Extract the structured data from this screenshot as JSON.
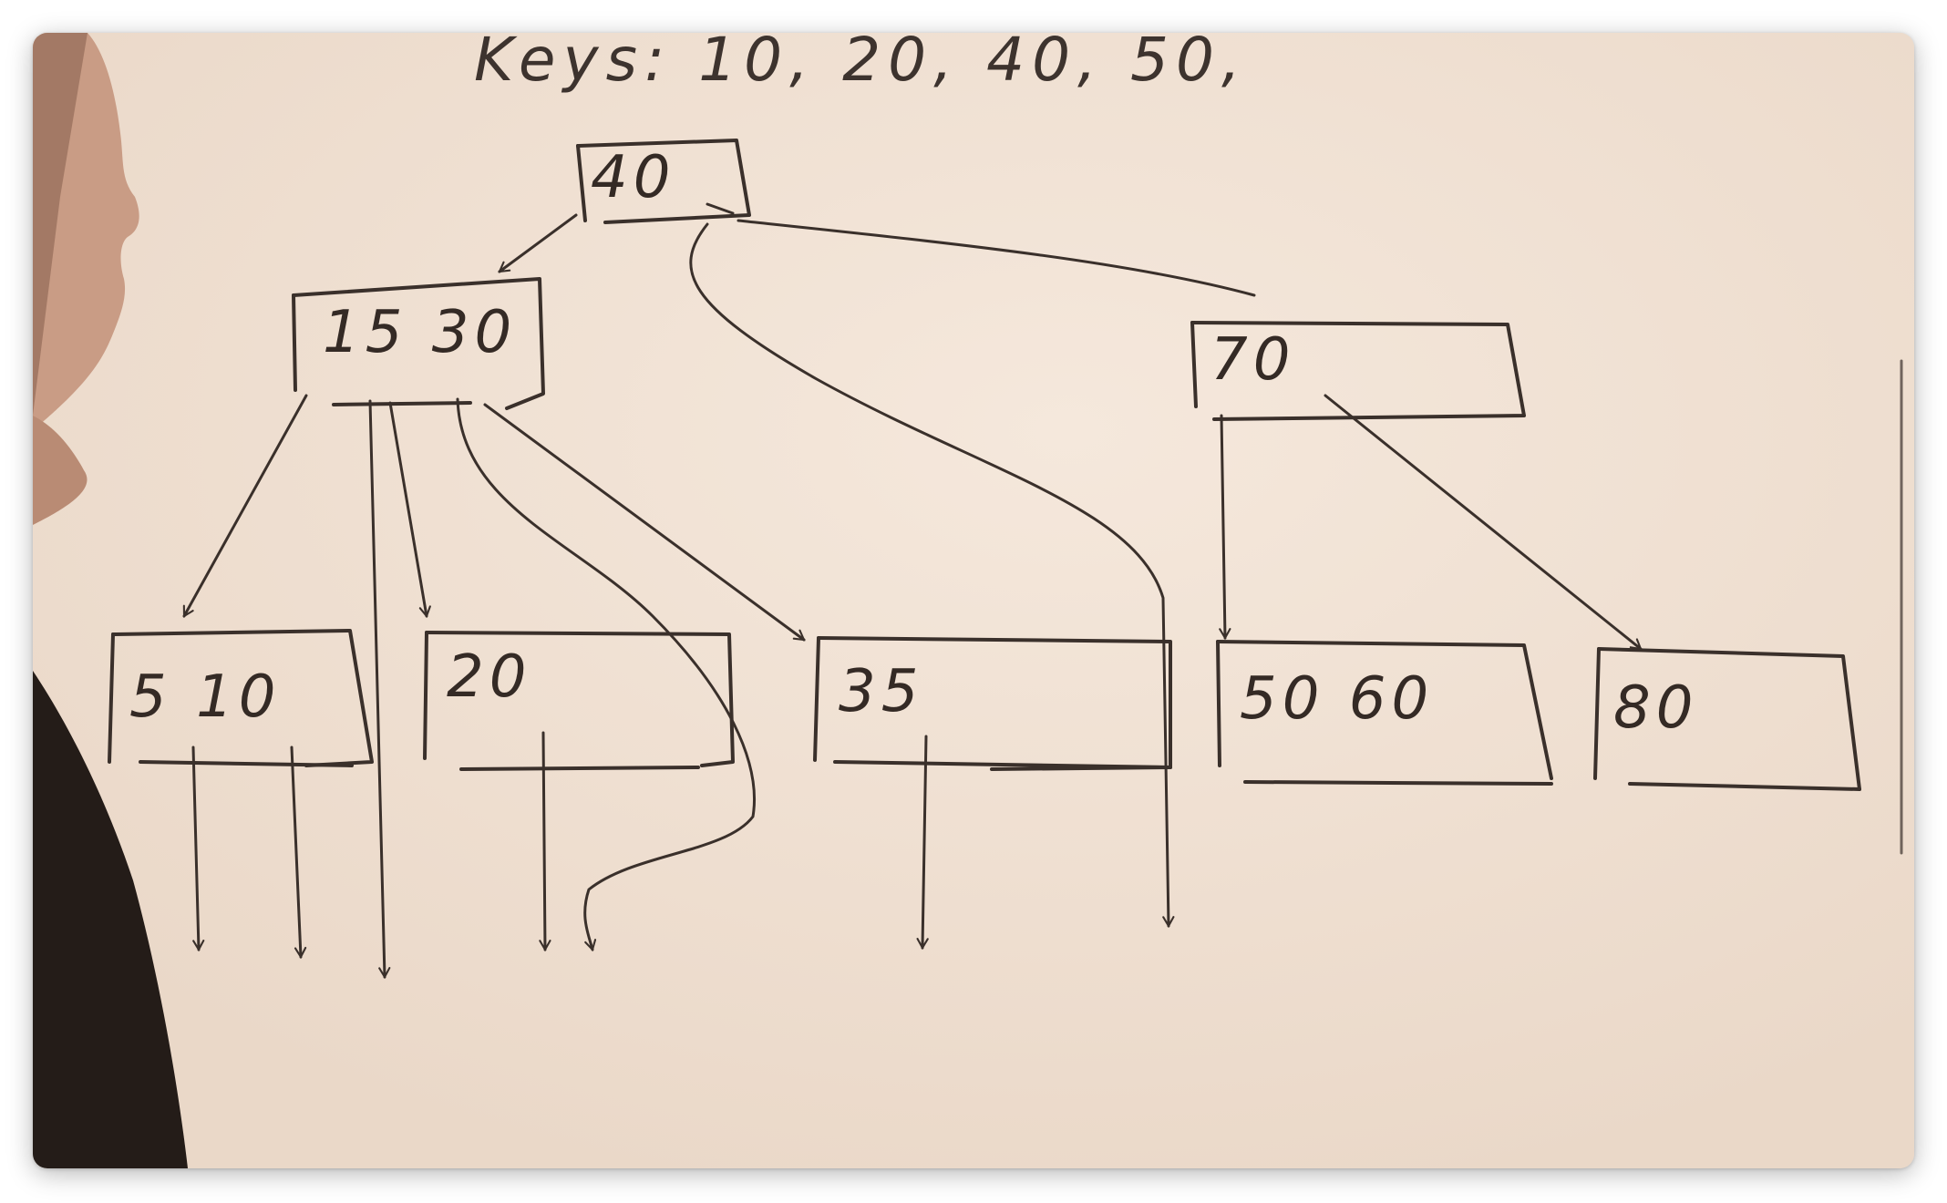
{
  "board": {
    "title": "Keys: 10, 20, 40, 50,",
    "colors": {
      "board": "#f0e1d3",
      "ink": "#3a302b",
      "presenter": "#241c18"
    }
  },
  "tree": {
    "root": {
      "keys": "40"
    },
    "internal": [
      {
        "keys": "15 30"
      },
      {
        "keys": "70"
      }
    ],
    "leaves": [
      {
        "keys": "5 10"
      },
      {
        "keys": "20"
      },
      {
        "keys": "35"
      },
      {
        "keys": "50 60"
      },
      {
        "keys": "80"
      }
    ]
  },
  "presenter": {
    "visible": true
  }
}
